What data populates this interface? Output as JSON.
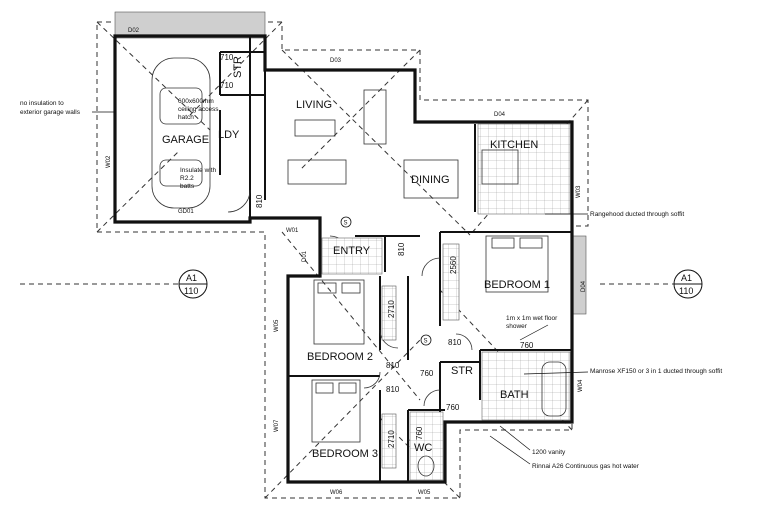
{
  "rooms": {
    "garage": "GARAGE",
    "living": "LIVING",
    "dining": "DINING",
    "kitchen": "KITCHEN",
    "laundry": "LDY",
    "store_garage": "STR",
    "entry": "ENTRY",
    "bedroom1": "BEDROOM 1",
    "bedroom2": "BEDROOM 2",
    "bedroom3": "BEDROOM 3",
    "store_hall": "STR",
    "bath": "BATH",
    "wc": "WC"
  },
  "codes": {
    "d02": "D02",
    "d03": "D03",
    "d04_top": "D04",
    "d04_right": "D04",
    "gd01": "GD01",
    "w01": "W01",
    "w02": "W02",
    "w03": "W03",
    "w04": "W04",
    "w05": "W05",
    "w05_side": "W05",
    "w06": "W06",
    "w07": "W07",
    "d01": "D01"
  },
  "dimensions": {
    "d710_top": "710",
    "d710_mid": "710",
    "d810_garage": "810",
    "d810_entry": "810",
    "d810_bed1": "810",
    "d810_bed2": "810",
    "d810_bed3": "810",
    "d760_bath": "760",
    "d760_str": "760",
    "d760_hall": "760",
    "d760_wc": "760",
    "w2710_a": "2710",
    "w2710_b": "2710",
    "w2560": "2560"
  },
  "notes": {
    "insulation_line1": "no insulation to",
    "insulation_line2": "exterior garage walls",
    "hatch_line1": "600x600mm",
    "hatch_line2": "ceiling access",
    "hatch_line3": "hatch",
    "batts_line1": "Insulate with",
    "batts_line2": "R2.2",
    "batts_line3": "batts",
    "rangehood": "Rangehood ducted through soffit",
    "shower_line1": "1m x 1m wet floor",
    "shower_line2": "shower",
    "manrose": "Manrose XF150 or 3 in 1 ducted through soffit",
    "vanity": "1200 vanity",
    "rinnai": "Rinnai A26 Continuous gas hot water"
  },
  "section_markers": {
    "left_top": "A1",
    "left_bottom": "110",
    "right_top": "A1",
    "right_bottom": "110"
  },
  "symbols": {
    "smoke_alarm": "S"
  }
}
